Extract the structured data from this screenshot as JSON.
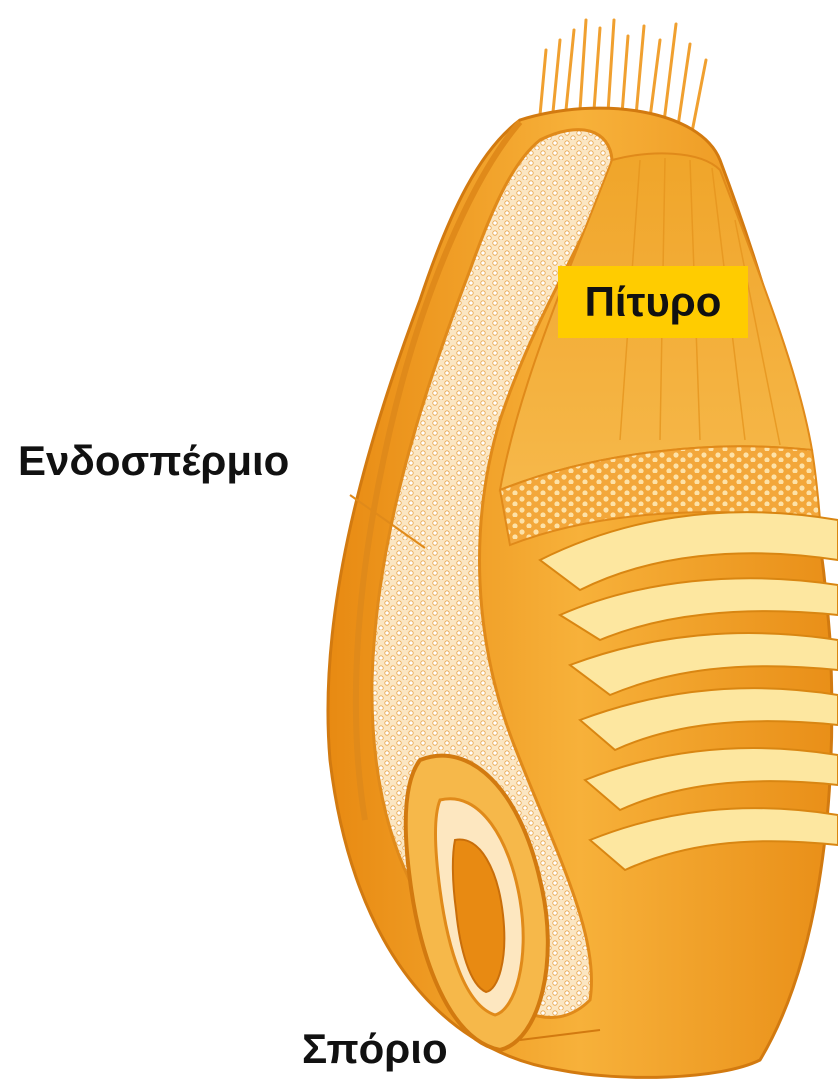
{
  "labels": {
    "bran": "Πίτυρο",
    "endosperm": "Ενδοσπέρμιο",
    "germ": "Σπόριο"
  },
  "colors": {
    "background": "#ffffff",
    "highlight": "#ffcc00",
    "grain_dark": "#e88a12",
    "grain_mid": "#f5a623",
    "grain_light": "#f9c95a",
    "endosperm_cells": "#fbe6c2",
    "bran_sheet": "#fde7a0",
    "label_text": "#111111"
  }
}
